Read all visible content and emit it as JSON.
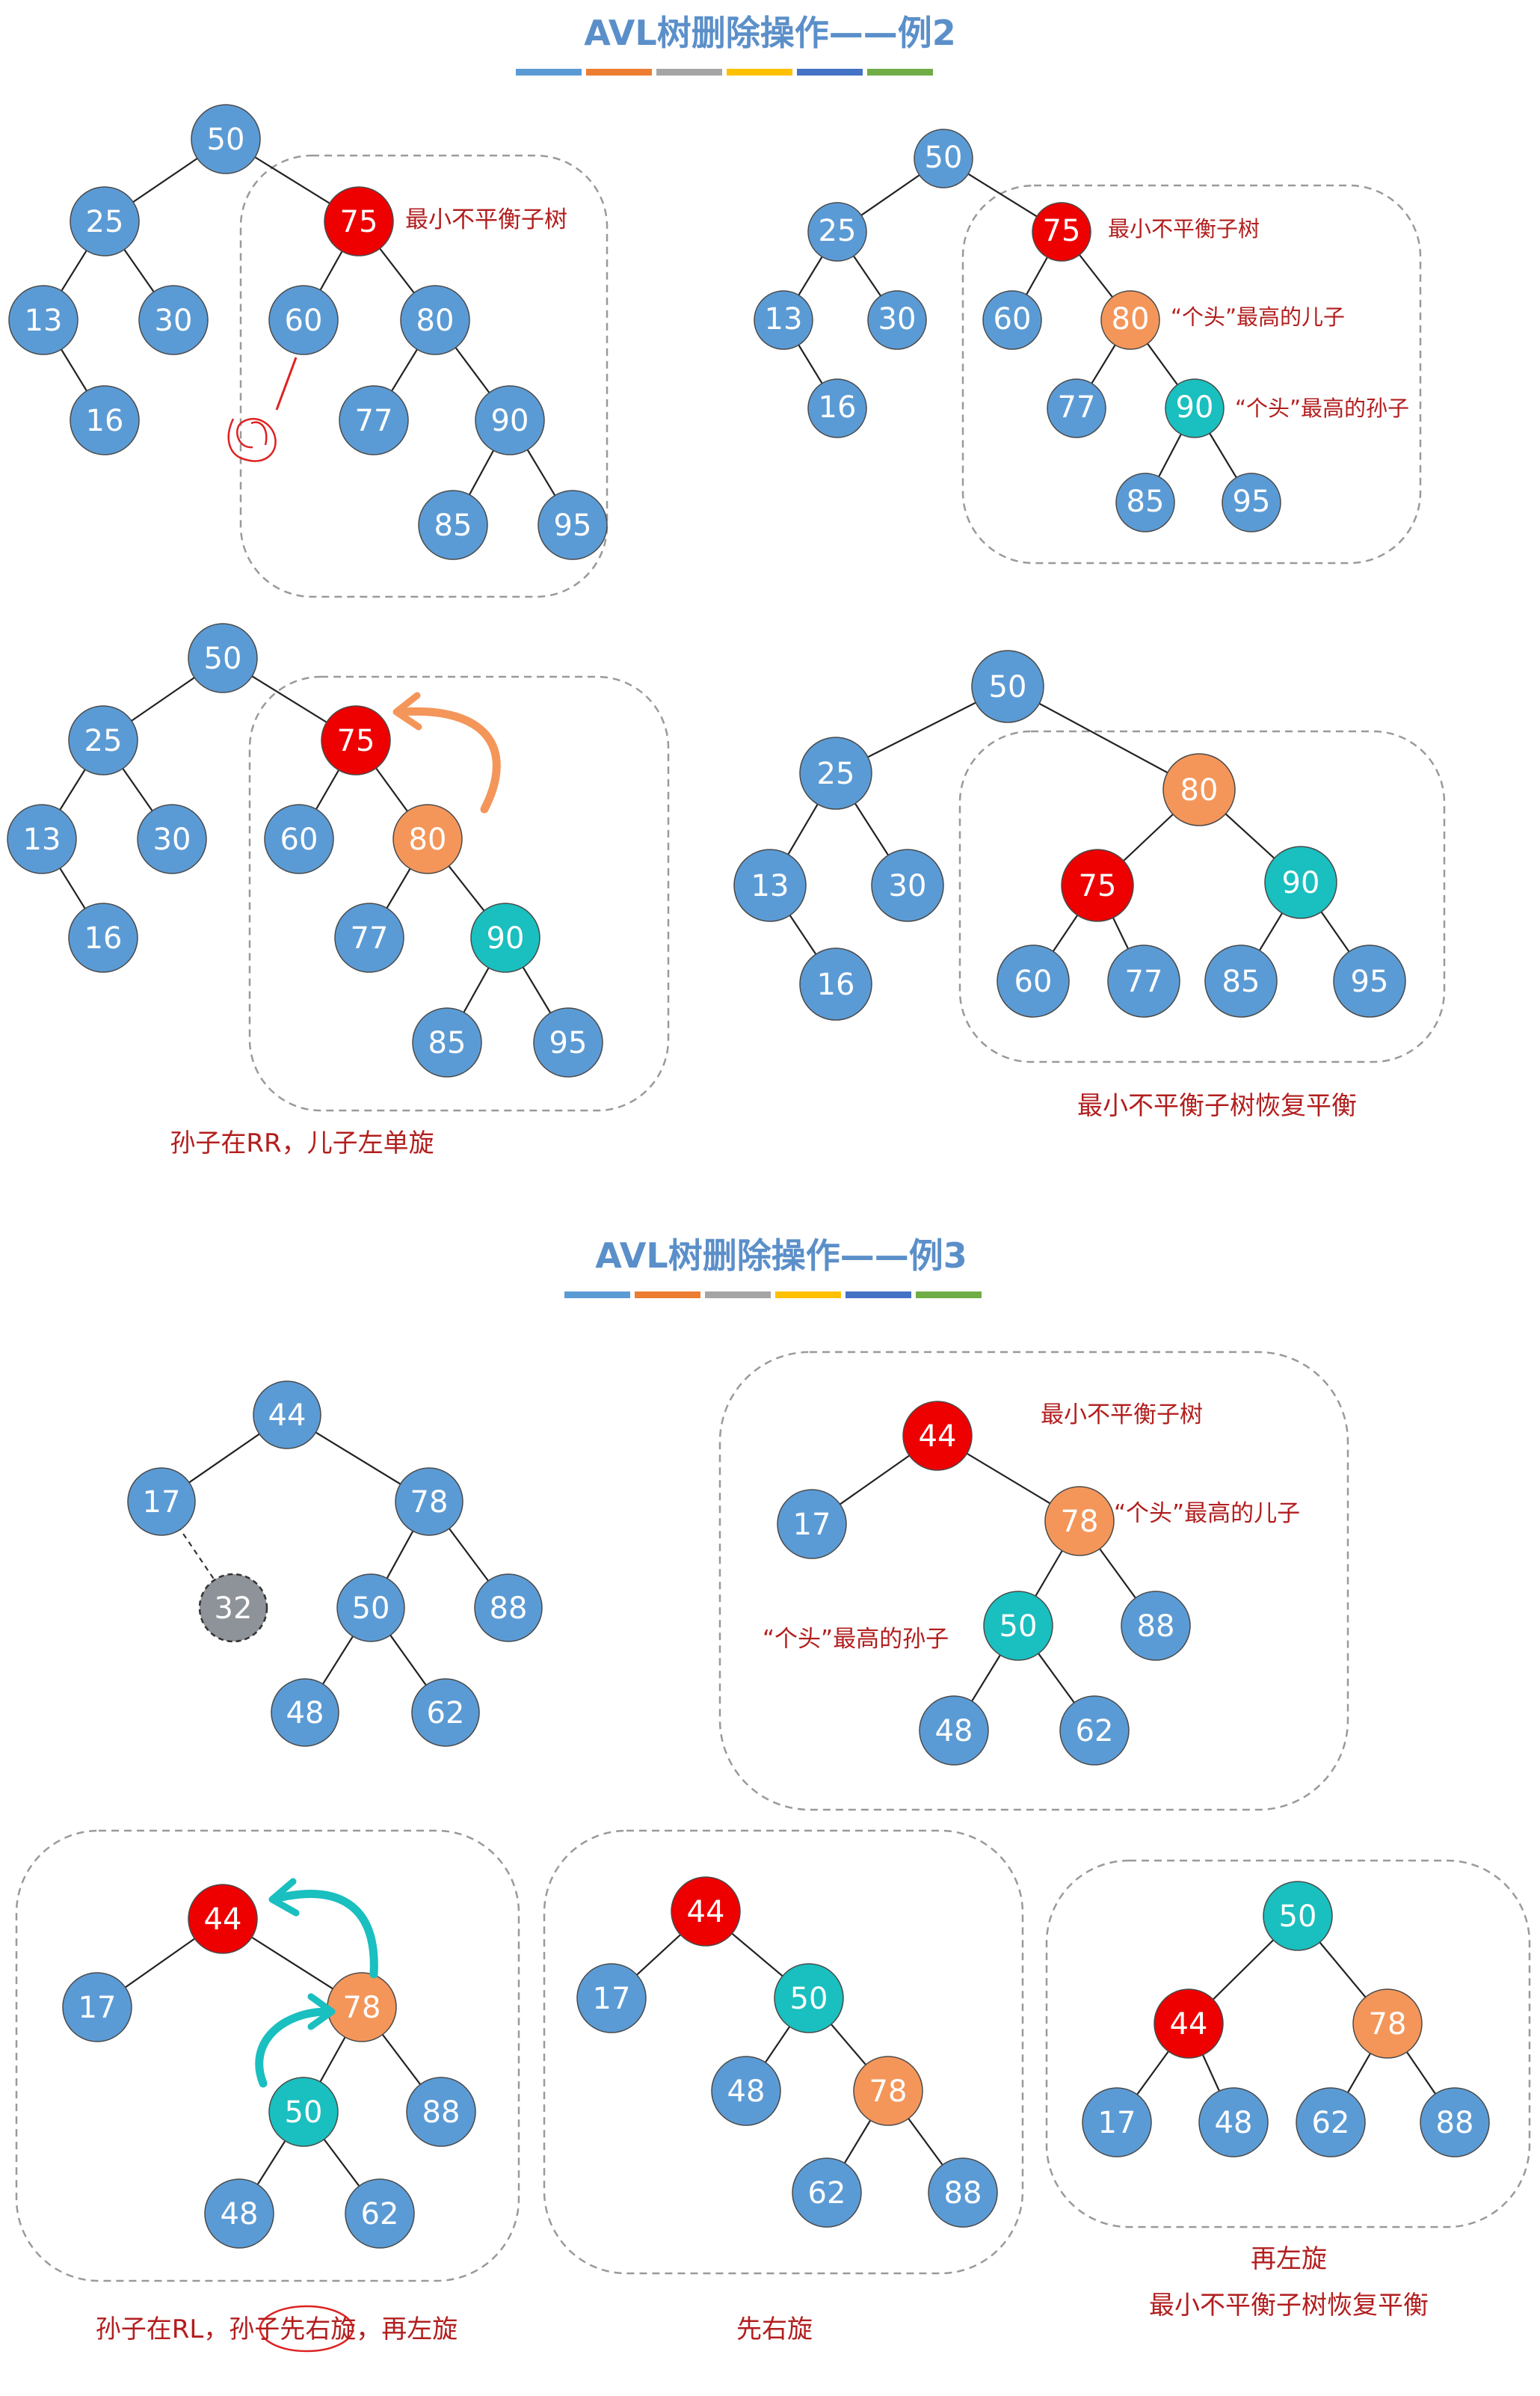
{
  "titles": {
    "example2": "AVL树删除操作——例2",
    "example3": "AVL树删除操作——例3"
  },
  "title_bar_colors": [
    "#5b9bd5",
    "#ed7d31",
    "#a5a5a5",
    "#ffc000",
    "#4472c4",
    "#70ad47"
  ],
  "colors": {
    "normal": "#5b9bd5",
    "unbalanced": "#ee0000",
    "tallest_child": "#f4965a",
    "tallest_grandchild": "#1abfbf",
    "deleted": "#8e939a",
    "annotation": "#b21e1e"
  },
  "annotations": {
    "min_unbalanced_subtree": "最小不平衡子树",
    "tallest_child": "“个头”最高的儿子",
    "tallest_grandchild": "“个头”最高的孙子"
  },
  "captions": {
    "ex2_rr": "孙子在RR，儿子左单旋",
    "ex2_balanced": "最小不平衡子树恢复平衡",
    "ex3_rl": "孙子在RL，孙子先右旋，再左旋",
    "ex3_right_rotate": "先右旋",
    "ex3_left_rotate": "再左旋",
    "ex3_balanced": "最小不平衡子树恢复平衡"
  },
  "diagrams": [
    {
      "id": "ex2-step1",
      "nodes": [
        {
          "label": "50",
          "role": "normal"
        },
        {
          "label": "25",
          "role": "normal"
        },
        {
          "label": "75",
          "role": "unbalanced"
        },
        {
          "label": "13",
          "role": "normal"
        },
        {
          "label": "30",
          "role": "normal"
        },
        {
          "label": "60",
          "role": "normal"
        },
        {
          "label": "80",
          "role": "normal"
        },
        {
          "label": "16",
          "role": "normal"
        },
        {
          "label": "77",
          "role": "normal"
        },
        {
          "label": "90",
          "role": "normal"
        },
        {
          "label": "85",
          "role": "normal"
        },
        {
          "label": "95",
          "role": "normal"
        }
      ]
    },
    {
      "id": "ex2-step2",
      "nodes": [
        {
          "label": "50",
          "role": "normal"
        },
        {
          "label": "25",
          "role": "normal"
        },
        {
          "label": "75",
          "role": "unbalanced"
        },
        {
          "label": "13",
          "role": "normal"
        },
        {
          "label": "30",
          "role": "normal"
        },
        {
          "label": "60",
          "role": "normal"
        },
        {
          "label": "80",
          "role": "tallest_child"
        },
        {
          "label": "16",
          "role": "normal"
        },
        {
          "label": "77",
          "role": "normal"
        },
        {
          "label": "90",
          "role": "tallest_grandchild"
        },
        {
          "label": "85",
          "role": "normal"
        },
        {
          "label": "95",
          "role": "normal"
        }
      ]
    },
    {
      "id": "ex2-step3",
      "nodes": [
        {
          "label": "50",
          "role": "normal"
        },
        {
          "label": "25",
          "role": "normal"
        },
        {
          "label": "75",
          "role": "unbalanced"
        },
        {
          "label": "13",
          "role": "normal"
        },
        {
          "label": "30",
          "role": "normal"
        },
        {
          "label": "60",
          "role": "normal"
        },
        {
          "label": "80",
          "role": "tallest_child"
        },
        {
          "label": "16",
          "role": "normal"
        },
        {
          "label": "77",
          "role": "normal"
        },
        {
          "label": "90",
          "role": "tallest_grandchild"
        },
        {
          "label": "85",
          "role": "normal"
        },
        {
          "label": "95",
          "role": "normal"
        }
      ]
    },
    {
      "id": "ex2-step4",
      "nodes": [
        {
          "label": "50",
          "role": "normal"
        },
        {
          "label": "25",
          "role": "normal"
        },
        {
          "label": "80",
          "role": "tallest_child"
        },
        {
          "label": "13",
          "role": "normal"
        },
        {
          "label": "30",
          "role": "normal"
        },
        {
          "label": "16",
          "role": "normal"
        },
        {
          "label": "75",
          "role": "unbalanced"
        },
        {
          "label": "90",
          "role": "tallest_grandchild"
        },
        {
          "label": "60",
          "role": "normal"
        },
        {
          "label": "77",
          "role": "normal"
        },
        {
          "label": "85",
          "role": "normal"
        },
        {
          "label": "95",
          "role": "normal"
        }
      ]
    },
    {
      "id": "ex3-step1",
      "nodes": [
        {
          "label": "44",
          "role": "normal"
        },
        {
          "label": "17",
          "role": "normal"
        },
        {
          "label": "78",
          "role": "normal"
        },
        {
          "label": "32",
          "role": "deleted"
        },
        {
          "label": "50",
          "role": "normal"
        },
        {
          "label": "88",
          "role": "normal"
        },
        {
          "label": "48",
          "role": "normal"
        },
        {
          "label": "62",
          "role": "normal"
        }
      ]
    },
    {
      "id": "ex3-step2",
      "nodes": [
        {
          "label": "44",
          "role": "unbalanced"
        },
        {
          "label": "17",
          "role": "normal"
        },
        {
          "label": "78",
          "role": "tallest_child"
        },
        {
          "label": "50",
          "role": "tallest_grandchild"
        },
        {
          "label": "88",
          "role": "normal"
        },
        {
          "label": "48",
          "role": "normal"
        },
        {
          "label": "62",
          "role": "normal"
        }
      ]
    },
    {
      "id": "ex3-step3",
      "nodes": [
        {
          "label": "44",
          "role": "unbalanced"
        },
        {
          "label": "17",
          "role": "normal"
        },
        {
          "label": "78",
          "role": "tallest_child"
        },
        {
          "label": "50",
          "role": "tallest_grandchild"
        },
        {
          "label": "88",
          "role": "normal"
        },
        {
          "label": "48",
          "role": "normal"
        },
        {
          "label": "62",
          "role": "normal"
        }
      ]
    },
    {
      "id": "ex3-step4",
      "nodes": [
        {
          "label": "44",
          "role": "unbalanced"
        },
        {
          "label": "17",
          "role": "normal"
        },
        {
          "label": "50",
          "role": "tallest_grandchild"
        },
        {
          "label": "48",
          "role": "normal"
        },
        {
          "label": "78",
          "role": "tallest_child"
        },
        {
          "label": "62",
          "role": "normal"
        },
        {
          "label": "88",
          "role": "normal"
        }
      ]
    },
    {
      "id": "ex3-step5",
      "nodes": [
        {
          "label": "50",
          "role": "tallest_grandchild"
        },
        {
          "label": "44",
          "role": "unbalanced"
        },
        {
          "label": "78",
          "role": "tallest_child"
        },
        {
          "label": "17",
          "role": "normal"
        },
        {
          "label": "48",
          "role": "normal"
        },
        {
          "label": "62",
          "role": "normal"
        },
        {
          "label": "88",
          "role": "normal"
        }
      ]
    }
  ]
}
